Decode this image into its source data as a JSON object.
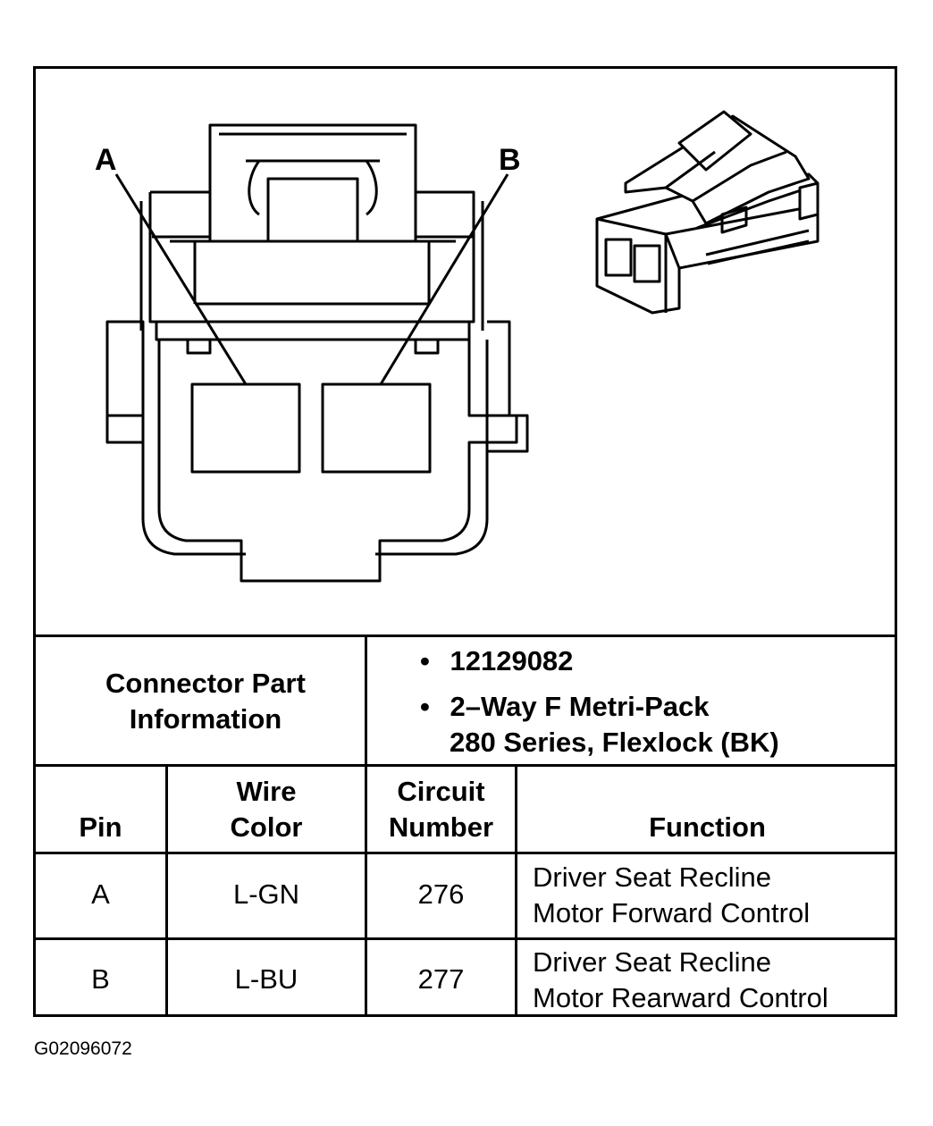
{
  "connector": {
    "pin_labels": [
      "A",
      "B"
    ]
  },
  "info": {
    "header": "Connector Part Information",
    "part_number": "12129082",
    "description_line1": "2–Way F Metri-Pack",
    "description_line2": "280 Series, Flexlock (BK)"
  },
  "table": {
    "headers": {
      "pin": "Pin",
      "wire_color_1": "Wire",
      "wire_color_2": "Color",
      "circuit_1": "Circuit",
      "circuit_2": "Number",
      "function": "Function"
    },
    "rows": [
      {
        "pin": "A",
        "wire_color": "L-GN",
        "circuit": "276",
        "function_line1": "Driver Seat Recline",
        "function_line2": "Motor Forward Control"
      },
      {
        "pin": "B",
        "wire_color": "L-BU",
        "circuit": "277",
        "function_line1": "Driver Seat Recline",
        "function_line2": "Motor Rearward Control"
      }
    ]
  },
  "figure_id": "G02096072"
}
